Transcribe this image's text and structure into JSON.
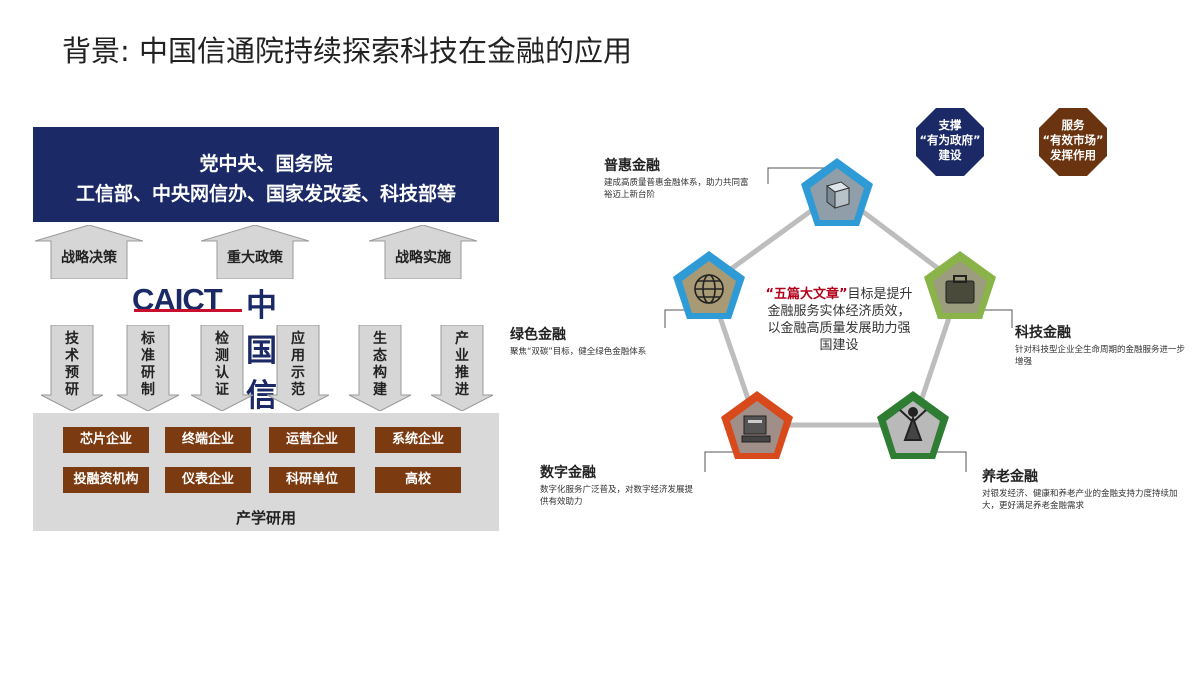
{
  "page": {
    "title": "背景: 中国信通院持续探索科技在金融的应用"
  },
  "left": {
    "banner_line1": "党中央、国务院",
    "banner_line2": "工信部、中央网信办、国家发改委、科技部等",
    "up_arrows": [
      "战略决策",
      "重大政策",
      "战略实施"
    ],
    "logo_en": "CAICT",
    "logo_cn": "中国信通院",
    "down_arrows": [
      "技\n术\n预\n研",
      "标\n准\n研\n制",
      "检\n测\n认\n证",
      "应\n用\n示\n范",
      "生\n态\n构\n建",
      "产\n业\n推\n进"
    ],
    "boxes_row1": [
      "芯片企业",
      "终端企业",
      "运营企业",
      "系统企业"
    ],
    "boxes_row2": [
      "投融资机构",
      "仪表企业",
      "科研单位",
      "高校"
    ],
    "bottom_label": "产学研用",
    "colors": {
      "banner": "#1b2a66",
      "box": "#7b3a10",
      "area": "#d9d9d9"
    }
  },
  "diagram": {
    "center_highlight": "“五篇大文章”",
    "center_rest": "目标是提升金融服务实体经济质效，以金融高质量发展助力强国建设",
    "nodes": [
      {
        "title": "普惠金融",
        "desc": "建成高质量普惠金融体系，助力共同富裕迈上新台阶",
        "icon": "cube-icon",
        "color": "#2f9bd6"
      },
      {
        "title": "科技金融",
        "desc": "针对科技型企业全生命周期的金融服务进一步增强",
        "icon": "briefcase-icon",
        "color": "#8ab34a"
      },
      {
        "title": "养老金融",
        "desc": "对银发经济、健康和养老产业的金融支持力度持续加大，更好满足养老金融需求",
        "icon": "person-icon",
        "color": "#2e7d32"
      },
      {
        "title": "数字金融",
        "desc": "数字化服务广泛普及，对数字经济发展提供有效助力",
        "icon": "computer-icon",
        "color": "#d84a1b"
      },
      {
        "title": "绿色金融",
        "desc": "聚焦“双碳”目标，健全绿色金融体系",
        "icon": "globe-icon",
        "color": "#2f9bd6"
      }
    ],
    "support_gov": {
      "line1": "支撑",
      "line2": "“有为政府”",
      "line3": "建设",
      "color": "#1b2a66"
    },
    "serve_market": {
      "line1": "服务",
      "line2": "“有效市场”",
      "line3": "发挥作用",
      "color": "#6b3410"
    }
  }
}
